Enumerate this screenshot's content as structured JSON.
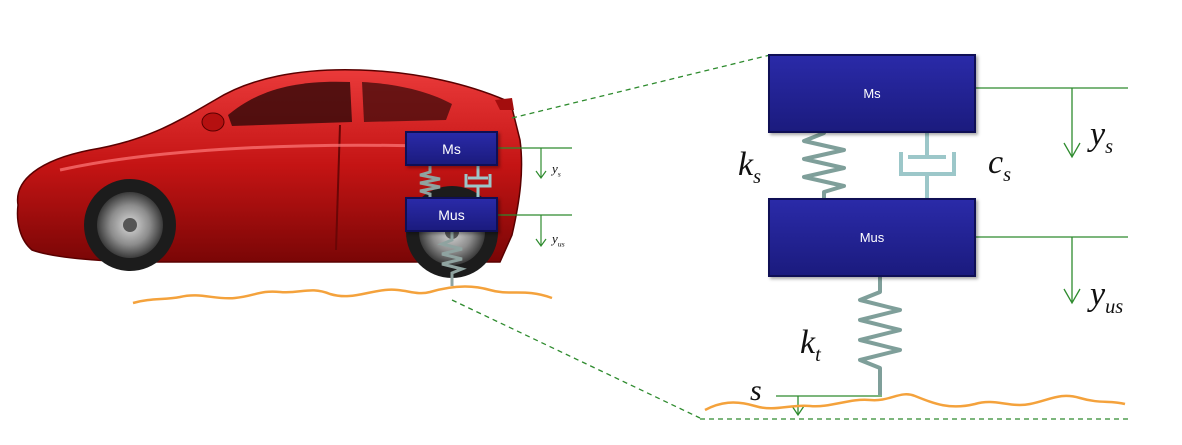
{
  "small_model": {
    "sprung_mass": "Ms",
    "unsprung_mass": "Mus",
    "disp_sprung": {
      "base": "y",
      "sub": "s"
    },
    "disp_unsprung": {
      "base": "y",
      "sub": "us"
    }
  },
  "large_model": {
    "sprung_mass": "Ms",
    "unsprung_mass": "Mus",
    "spring_suspension": {
      "base": "k",
      "sub": "s"
    },
    "damper_suspension": {
      "base": "c",
      "sub": "s"
    },
    "spring_tire": {
      "base": "k",
      "sub": "t"
    },
    "disp_sprung": {
      "base": "y",
      "sub": "s"
    },
    "disp_unsprung": {
      "base": "y",
      "sub": "us"
    },
    "road_input": "s"
  },
  "colors": {
    "mass_fill": "#1f1f8f",
    "spring": "#7f9f9a",
    "damper": "#9cc7c9",
    "guide_line": "#2e8b2e",
    "road": "#f4a23c",
    "car_body": "#c41414"
  }
}
